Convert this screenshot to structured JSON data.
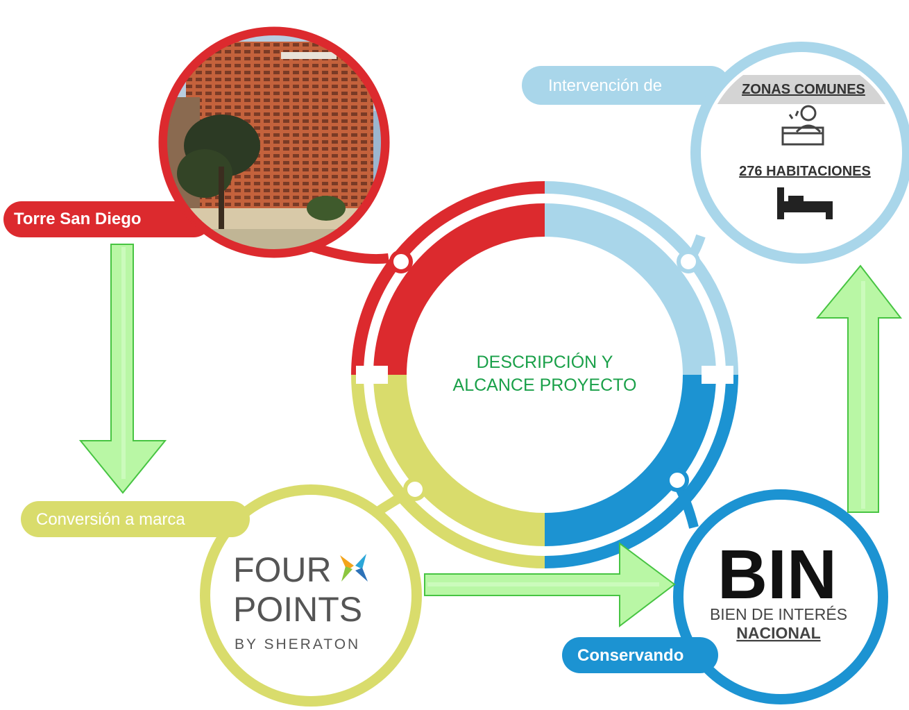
{
  "center": {
    "line1": "DESCRIPCIÓN Y",
    "line2": "ALCANCE PROYECTO"
  },
  "nodes": {
    "torre": {
      "label": "Torre San Diego"
    },
    "intervencion": {
      "label": "Intervención de",
      "zonas": "ZONAS COMUNES",
      "habitaciones": "276 HABITACIONES"
    },
    "conversion": {
      "label": "Conversión a marca",
      "logo_line1": "FOUR",
      "logo_line2": "POINTS",
      "logo_line3": "BY SHERATON"
    },
    "conservando": {
      "label": "Conservando",
      "bin": "BIN",
      "bin_line1": "BIEN DE INTERÉS",
      "bin_line2": "NACIONAL"
    }
  },
  "colors": {
    "red": "#dc2a2e",
    "light_blue": "#a9d6ea",
    "yellow": "#d9dc6c",
    "blue": "#1c93d2",
    "arrow_fill": "#b9f7a5",
    "arrow_stroke": "#47c442",
    "center_text": "#1aa049"
  }
}
